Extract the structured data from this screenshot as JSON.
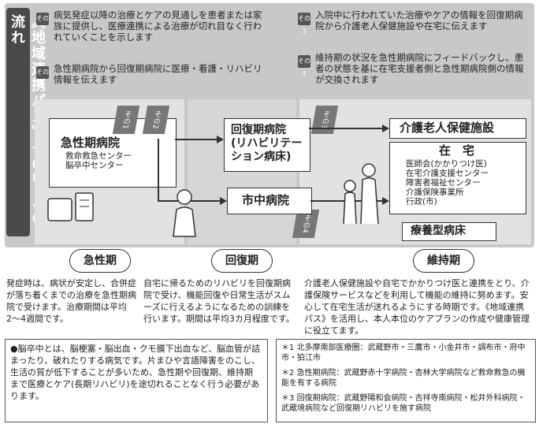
{
  "side_title": "《地域連携パス》その1〜4の流れ",
  "intro": [
    {
      "badge": "その1",
      "text": "病気発症以降の治療とケアの見通しを患者または家族に提供し、医療連携による治療が切れ目なく行われていくことを示します"
    },
    {
      "badge": "その2",
      "text": "急性期病院から回復期病院に医療・看護・リハビリ情報を伝えます"
    },
    {
      "badge": "その3",
      "text": "入院中に行われていた治療やケアの情報を回復期病院から介護老人保健施設や在宅に伝えます"
    },
    {
      "badge": "その4",
      "text": "維持期の状況を急性期病院にフィードバックし、患者の状態を基に在宅支援者側と急性期病院側の情報が交換されます"
    }
  ],
  "diagram": {
    "acute": {
      "title": "急性期病院",
      "sub1": "救命救急センター",
      "sub2": "脳卒中センター"
    },
    "rehab": {
      "title": "回復期病院\n(リハビリテーション病床)"
    },
    "city": {
      "title": "市中病院"
    },
    "care_facility": {
      "title": "介護老人保健施設"
    },
    "home": {
      "title": "在　宅",
      "items": [
        "医師会(かかりつけ医)",
        "在宅介護支援センター",
        "障害者福祉センター",
        "介護保険事業所",
        "行政(市)"
      ]
    },
    "ltc": {
      "title": "療養型病床"
    },
    "tabs": [
      "その1",
      "その2",
      "その3",
      "その4"
    ]
  },
  "phases": [
    "急性期",
    "回復期",
    "維持期"
  ],
  "descriptions": [
    "発症時は、病状が安定し、合併症が落ち着くまでの治療を急性期病院で受けます。治療期間は平均2〜4週間です。",
    "自宅に帰るためのリハビリを回復期病院で受け、機能回復や日常生活がスムーズに行えるようになるための訓練を行います。期間は平均3カ月程度です。",
    "介護老人保健施設や自宅でかかりつけ医と連携をとり、介護保険サービスなどを利用して機能の維持に努めます。安心して在宅生活が送れるようにする時期です。《地域連携パス》を活用し、本人本位のケアプランの作成や健康管理に役立てます。"
  ],
  "note": "●脳卒中とは、脳梗塞・脳出血・クモ膜下出血など、脳血管が詰まったり、破れたりする病気です。片まひや言語障害をのこし、生活の質が低下することが多いため、急性期や回復期、維持期まで医療とケア(長期リハビリ)を途切れることなく行う必要があります。",
  "footnotes": [
    {
      "mark": "＊1",
      "text": "北多摩南部医療圏：武蔵野市・三鷹市・小金井市・調布市・府中市・狛江市"
    },
    {
      "mark": "＊2",
      "text": "急性期病院：武蔵野赤十字病院・杏林大学病院など救命救急の機能を有する病院"
    },
    {
      "mark": "＊3",
      "text": "回復期病院：武蔵野陽和会病院・吉祥寺南病院・松井外科病院・武蔵境病院など回復期リハビリを施す病院"
    }
  ]
}
